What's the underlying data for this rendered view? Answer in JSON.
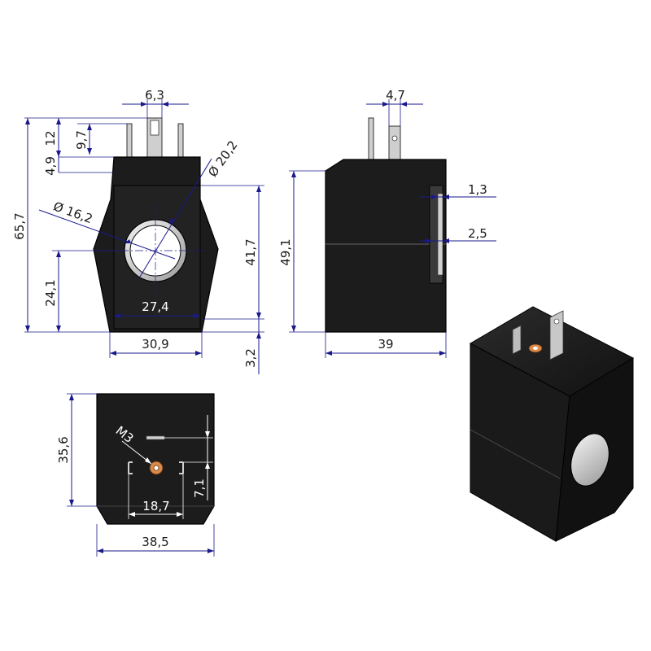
{
  "colors": {
    "dimension_line": "#1a1a8c",
    "label_text": "#1a1a1a",
    "coil_body": "#1c1c1c",
    "screw": "#d98a4a",
    "bore": "#d9d9d9"
  },
  "front_view": {
    "dims": {
      "pin_spacing": "6,3",
      "top_12": "12",
      "top_9_7": "9,7",
      "top_4_9": "4,9",
      "height_total": "65,7",
      "bore_outer": "Ø 20,2",
      "bore_inner": "Ø 16,2",
      "body_height": "41,7",
      "bore_center": "24,1",
      "face_width": "27,4",
      "body_width": "30,9",
      "bottom_offset": "3,2"
    }
  },
  "side_view": {
    "dims": {
      "pin_width": "4,7",
      "height": "49,1",
      "gap_1_3": "1,3",
      "gap_2_5": "2,5",
      "depth": "39"
    }
  },
  "bottom_view": {
    "dims": {
      "height": "35,6",
      "thread": "M3",
      "pin_spacing": "18,7",
      "offset": "7,1",
      "width": "38,5"
    }
  }
}
